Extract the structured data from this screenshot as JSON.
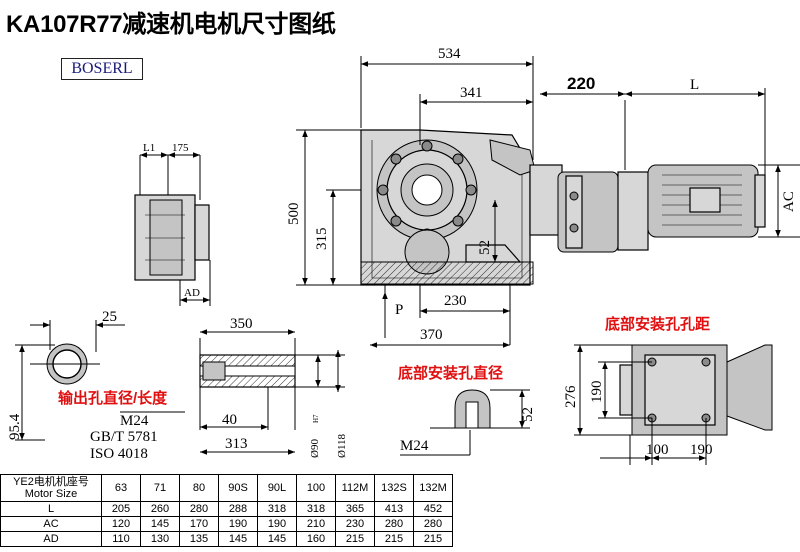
{
  "title": "KA107R77减速机电机尺寸图纸",
  "brand": "BOSERL",
  "dims": {
    "d534": "534",
    "d341": "341",
    "d220": "220",
    "dL": "L",
    "dAC": "AC",
    "d500": "500",
    "d315": "315",
    "d52a": "52",
    "dP": "P",
    "d230": "230",
    "d370": "370",
    "dL1": "L1",
    "d175": "175",
    "dAD": "AD",
    "d25": "25",
    "d95": "95.4",
    "d350": "350",
    "d40": "40",
    "d313": "313",
    "d90": "Ø90",
    "d90tol": "H7",
    "d118": "Ø118",
    "d276": "276",
    "d190v": "190",
    "d100": "100",
    "d190h": "190",
    "d52b": "52",
    "dM24b": "M24"
  },
  "notes": {
    "output_hole": "输出孔直径/长度",
    "m24": "M24",
    "gb": "GB/T 5781",
    "iso": "ISO 4018",
    "base_hole_dia": "底部安装孔直径",
    "base_hole_dist": "底部安装孔孔距"
  },
  "table": {
    "header": [
      "YE2电机机座号\nMotor Size",
      "63",
      "71",
      "80",
      "90S",
      "90L",
      "100",
      "112M",
      "132S",
      "132M"
    ],
    "rows": [
      [
        "L",
        "205",
        "260",
        "280",
        "288",
        "318",
        "318",
        "365",
        "413",
        "452"
      ],
      [
        "AC",
        "120",
        "145",
        "170",
        "190",
        "190",
        "210",
        "230",
        "280",
        "280"
      ],
      [
        "AD",
        "110",
        "130",
        "135",
        "145",
        "145",
        "160",
        "215",
        "215",
        "215"
      ]
    ]
  }
}
